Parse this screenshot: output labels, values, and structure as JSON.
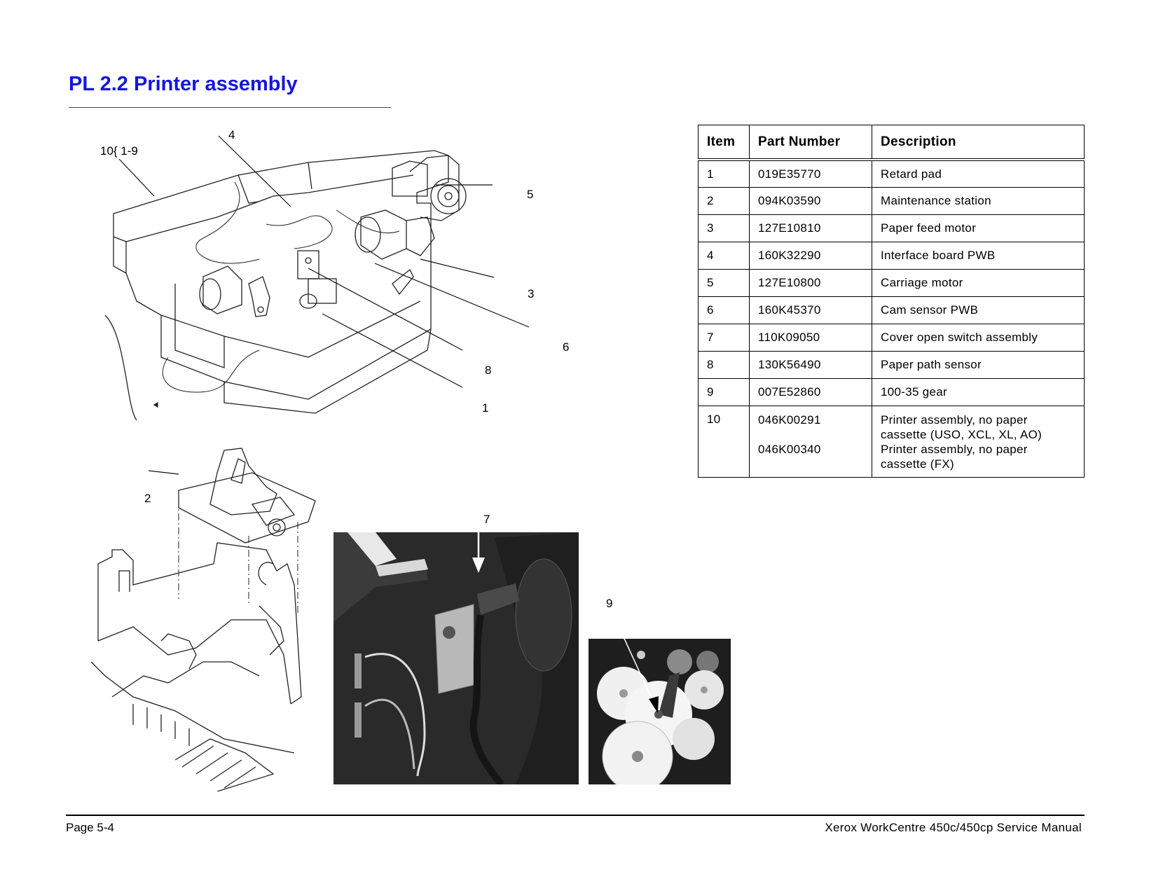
{
  "title": "PL 2.2 Printer assembly",
  "callouts": {
    "c10": "10{ 1-9",
    "c4": "4",
    "c5": "5",
    "c3": "3",
    "c6": "6",
    "c8": "8",
    "c1": "1",
    "c2": "2",
    "c7": "7",
    "c9": "9"
  },
  "table": {
    "headers": [
      "Item",
      "Part Number",
      "Description"
    ],
    "rows": [
      {
        "item": "1",
        "part": "019E35770",
        "desc": "Retard pad"
      },
      {
        "item": "2",
        "part": "094K03590",
        "desc": "Maintenance station"
      },
      {
        "item": "3",
        "part": "127E10810",
        "desc": "Paper feed motor"
      },
      {
        "item": "4",
        "part": "160K32290",
        "desc": "Interface board PWB"
      },
      {
        "item": "5",
        "part": "127E10800",
        "desc": "Carriage motor"
      },
      {
        "item": "6",
        "part": "160K45370",
        "desc": "Cam sensor PWB"
      },
      {
        "item": "7",
        "part": "110K09050",
        "desc": "Cover open switch assembly"
      },
      {
        "item": "8",
        "part": "130K56490",
        "desc": "Paper path sensor"
      },
      {
        "item": "9",
        "part": "007E52860",
        "desc": "100-35 gear"
      }
    ],
    "row10": {
      "item": "10",
      "part_a": "046K00291",
      "part_b": "046K00340",
      "desc_a1": "Printer assembly, no paper",
      "desc_a2": "cassette (USO, XCL, XL, AO)",
      "desc_b1": "Printer assembly, no paper",
      "desc_b2": "cassette (FX)"
    }
  },
  "footer": {
    "page": "Page 5-4",
    "manual": "Xerox WorkCentre 450c/450cp Service Manual"
  }
}
